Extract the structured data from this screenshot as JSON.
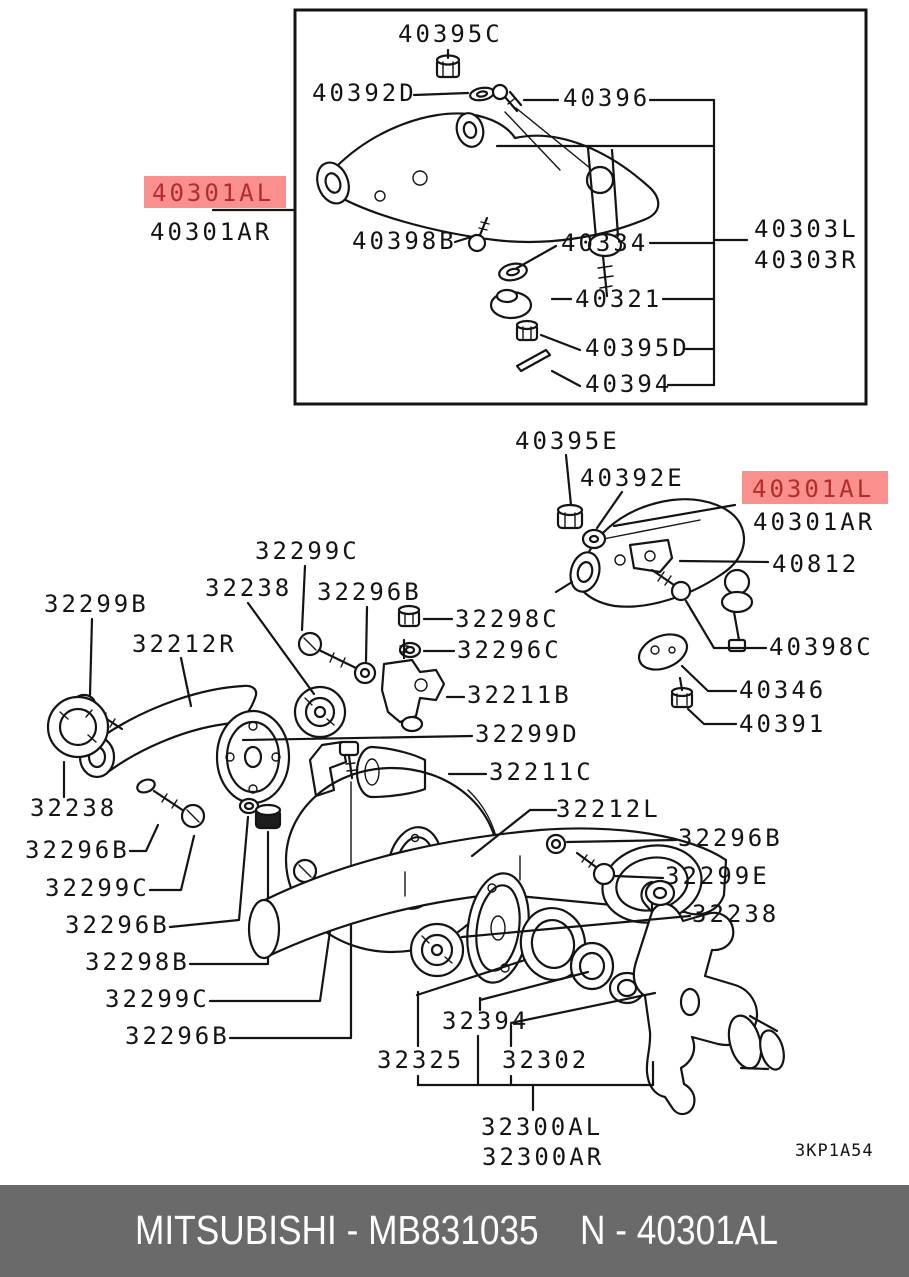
{
  "colors": {
    "highlight_bg": "#f9908d",
    "highlight_text": "#b32c2c",
    "line": "#141414",
    "footer_bg": "#6a6a6a",
    "footer_text": "#ffffff"
  },
  "sheet_code": "3KP1A54",
  "footer": {
    "brand": "MITSUBISHI - MB831035",
    "reference": "N - 40301AL"
  },
  "parts": {
    "nut_40395C": "40395C",
    "washer_40392D": "40392D",
    "kingpin_40396": "40396",
    "upper_arm_lh_1": "40301AL",
    "upper_arm_rh_1": "40301AR",
    "bolt_40398B": "40398B",
    "washer_40334": "40334",
    "cover_40321": "40321",
    "nut_40395D": "40395D",
    "pin_40394": "40394",
    "support_lh_40303L": "40303L",
    "support_rh_40303R": "40303R",
    "nut_40395E": "40395E",
    "washer_40392E": "40392E",
    "upper_arm_lh_2": "40301AL",
    "upper_arm_rh_2": "40301AR",
    "shaft_40812": "40812",
    "bolt_40398C": "40398C",
    "plate_40346": "40346",
    "nut_40391": "40391",
    "bolt_32299C_1": "32299C",
    "bushing_32238_1": "32238",
    "nut_32296B_1": "32296B",
    "bolt_32299B": "32299B",
    "arm_32212R": "32212R",
    "nut_32298C": "32298C",
    "washer_32296C": "32296C",
    "bracket_32211B": "32211B",
    "bolt_32299D": "32299D",
    "bumper_32211C": "32211C",
    "bushing_32238_2": "32238",
    "nut_32296B_2": "32296B",
    "bolt_32299C_2": "32299C",
    "nut_32296B_3": "32296B",
    "nut_32298B": "32298B",
    "bolt_32299C_3": "32299C",
    "nut_32296B_4": "32296B",
    "arm_32212L": "32212L",
    "nut_32296B_5": "32296B",
    "bolt_32299E": "32299E",
    "bushing_32238_3": "32238",
    "seal_32394": "32394",
    "bearing_32325": "32325",
    "seal_32302": "32302",
    "knuckle_lh_32300AL": "32300AL",
    "knuckle_rh_32300AR": "32300AR"
  }
}
